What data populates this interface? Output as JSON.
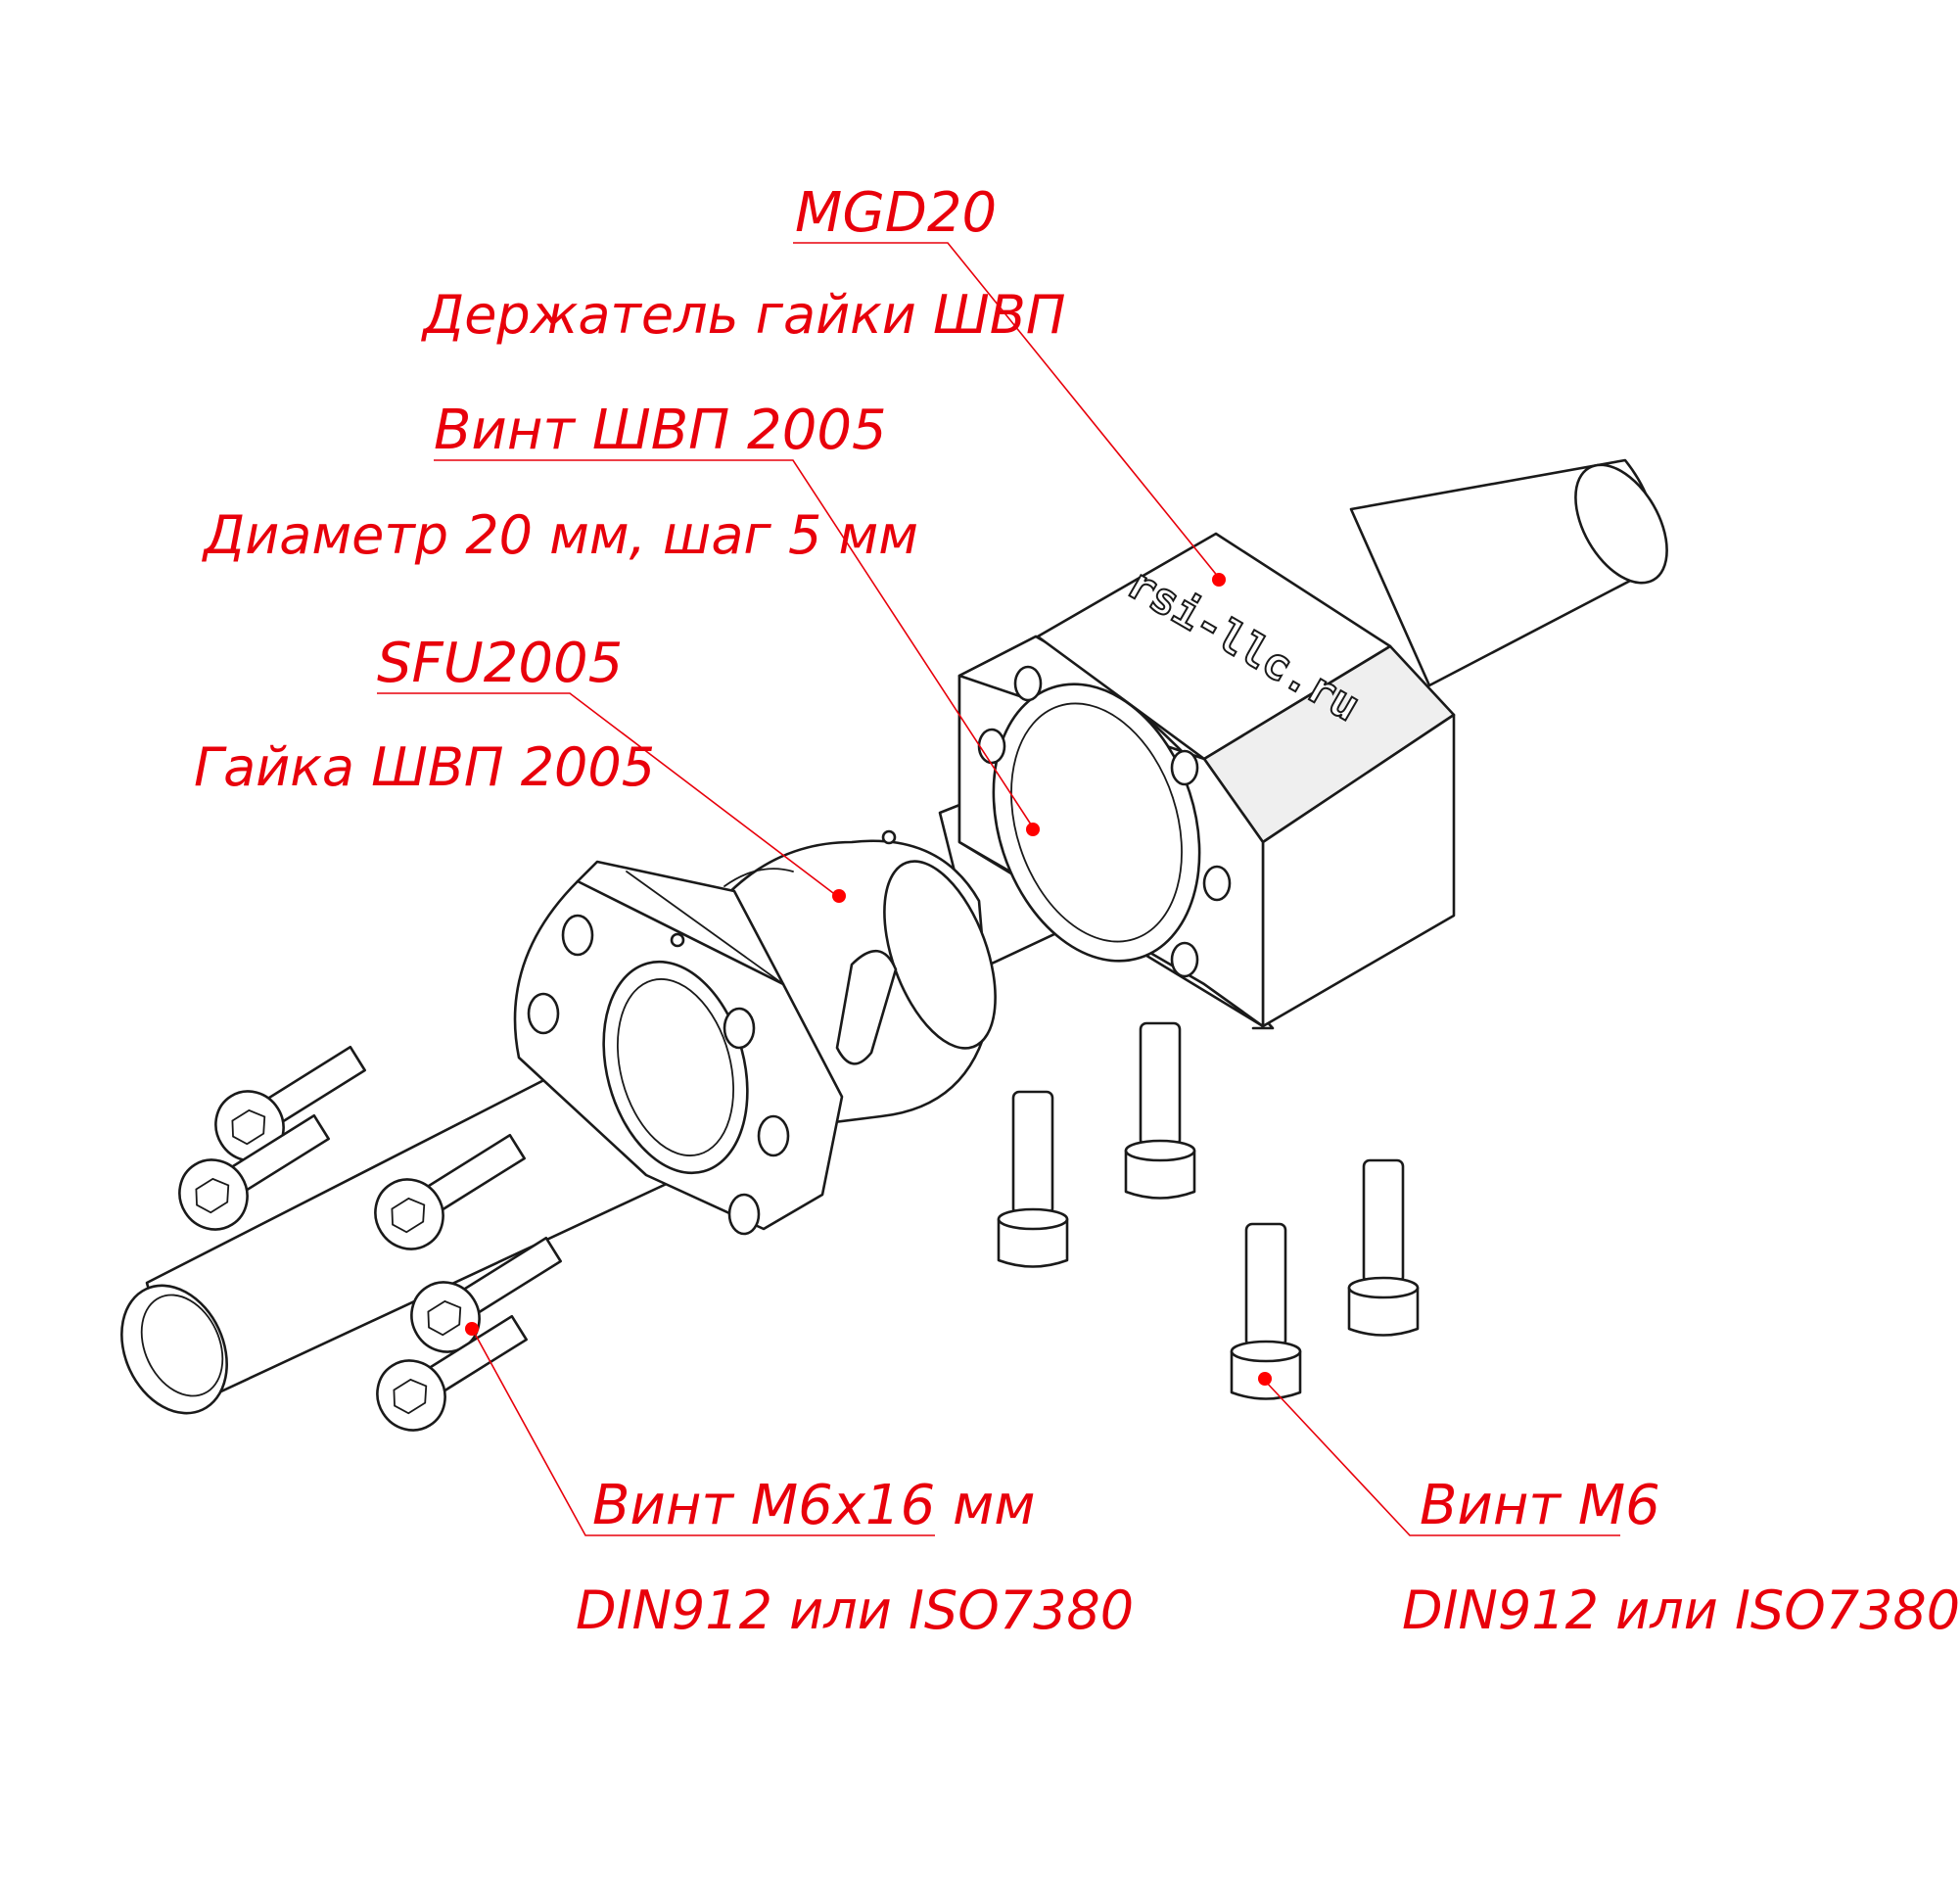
{
  "colors": {
    "label": "#e8000b",
    "leader": "#e8000b",
    "dot": "#ff0000",
    "ink": "#1a1a1a"
  },
  "labels": {
    "holder_code": "MGD20",
    "holder_name": "Держатель гайки ШВП",
    "screw_name": "Винт ШВП 2005",
    "screw_spec": "Диаметр 20 мм, шаг 5 мм",
    "nut_code": "SFU2005",
    "nut_name": "Гайка ШВП 2005",
    "bolt_left_name": "Винт M6x16 мм",
    "bolt_left_std": "DIN912 или ISO7380",
    "bolt_right_name": "Винт M6",
    "bolt_right_std": "DIN912 или ISO7380"
  },
  "holder_engraving": "rsi-llc.ru"
}
